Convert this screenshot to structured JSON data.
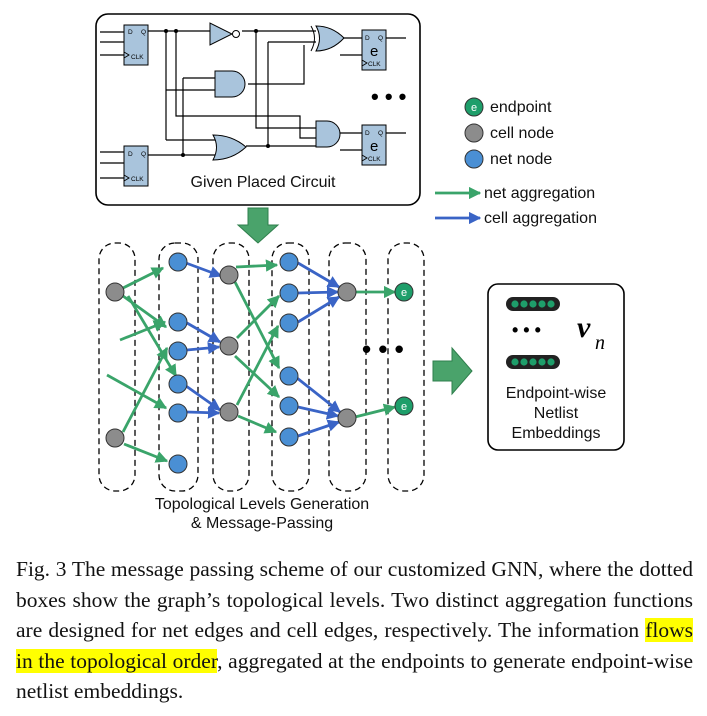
{
  "circuit": {
    "label": "Given Placed Circuit",
    "ff_pin_d": "D",
    "ff_pin_q": "Q",
    "ff_pin_clk": "CLK",
    "endpoint_letter": "e",
    "ellipsis": "• • •"
  },
  "legend": {
    "endpoint_label": "endpoint",
    "cell_node_label": "cell node",
    "net_node_label": "net node",
    "net_aggregation_label": "net aggregation",
    "cell_aggregation_label": "cell aggregation",
    "endpoint_letter": "e"
  },
  "graph": {
    "label_line1": "Topological Levels Generation",
    "label_line2": "& Message-Passing",
    "endpoint_letter": "e",
    "ellipsis": "• • •"
  },
  "embeddings": {
    "symbol": "v",
    "subscript": "n",
    "ellipsis": "• • •",
    "label_line1": "Endpoint-wise",
    "label_line2": "Netlist",
    "label_line3": "Embeddings"
  },
  "colors": {
    "endpoint": "#1e9e6a",
    "cell_node": "#8c8c8c",
    "net_node": "#4a8fd4",
    "net_aggregation": "#3aa46a",
    "cell_aggregation": "#3a64c6",
    "gate_fill": "#a9c4dc",
    "flipflop_fill": "#a9c4dc",
    "big_arrow": "#4aa36b"
  },
  "caption": {
    "text_before": "Fig. 3 The message passing scheme of our customized GNN, where the dotted boxes show the graph’s topological levels. Two distinct aggregation functions are designed for net edges and cell edges, respectively. The information ",
    "highlighted": "flows in the topological order",
    "text_after": ", aggregated at the endpoints to generate endpoint-wise netlist embeddings."
  }
}
